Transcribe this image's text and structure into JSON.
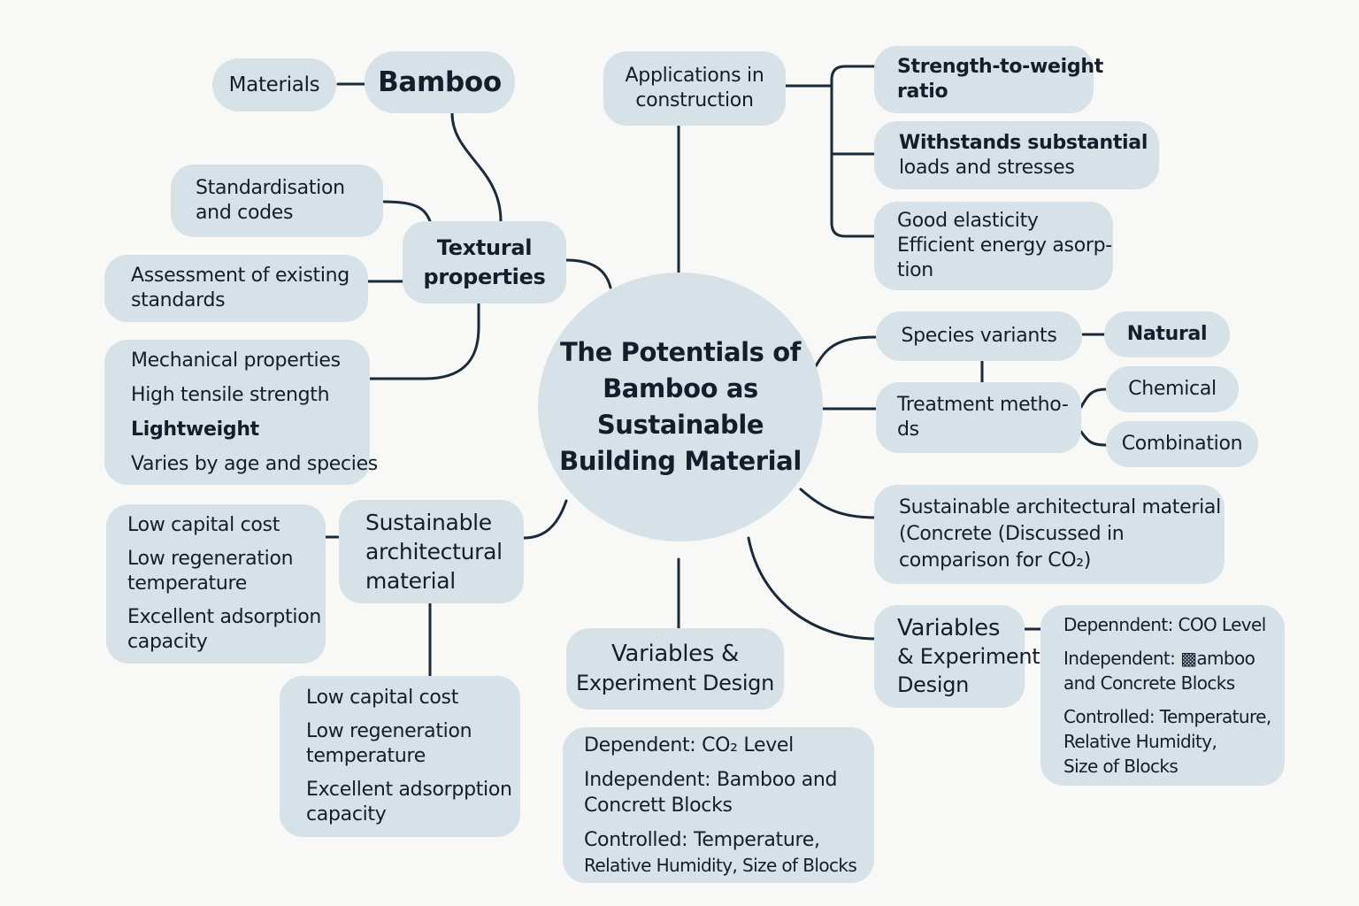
{
  "center": {
    "lines": [
      "The Potentials of",
      "Bamboo as",
      "Sustainable",
      "Building Material"
    ]
  },
  "materials": {
    "label": "Materials"
  },
  "bamboo": {
    "label": "Bamboo"
  },
  "textural": {
    "lines": [
      "Textural",
      "properties"
    ]
  },
  "standardisation": {
    "lines": [
      "Standardisation",
      "and codes"
    ]
  },
  "assessment": {
    "lines": [
      "Assessment of existing",
      "standards"
    ]
  },
  "mechanical": {
    "lines": [
      "Mechanical properties",
      "High tensile strength",
      "Lightweight",
      "Varies by age and species"
    ]
  },
  "sustainable_left": {
    "lines": [
      "Sustainable",
      "architectural",
      "material"
    ]
  },
  "cost_left": {
    "lines": [
      "Low capital cost",
      "Low regeneration",
      "temperature",
      "Excellent adsorption",
      "capacity"
    ]
  },
  "cost_bottom": {
    "lines": [
      "Low capital cost",
      "Low regeneration",
      "temperature",
      "Excellent adsorpption",
      "capacity"
    ]
  },
  "applications": {
    "lines": [
      "Applications in",
      "construction"
    ]
  },
  "strength": {
    "lines": [
      "Strength-to-weight",
      "ratio"
    ]
  },
  "withstands": {
    "lines": [
      "Withstands substantial",
      "loads and stresses"
    ]
  },
  "elasticity": {
    "lines": [
      "Good elasticity",
      "Efficient energy asorp-",
      "tion"
    ]
  },
  "species": {
    "label": "Species variants"
  },
  "natural": {
    "label": "Natural"
  },
  "treatment": {
    "lines": [
      "Treatment metho-",
      "ds"
    ]
  },
  "chemical": {
    "label": "Chemical"
  },
  "combination": {
    "label": "Combination"
  },
  "sustainable_right": {
    "lines": [
      "Sustainable architectural material",
      "(Concrete (Discussed in",
      "comparison for CO₂)"
    ]
  },
  "variables_bottom": {
    "lines": [
      "Variables &",
      "Experiment Design"
    ]
  },
  "design_bottom": {
    "lines": [
      "Dependent: CO₂ Level",
      "Independent: Bamboo and",
      "Concrett Blocks",
      "Controlled: Temperature,",
      "Relative Humidity, Size of Blocks"
    ]
  },
  "variables_right": {
    "lines": [
      "Variables",
      "& Experiment",
      "Design"
    ]
  },
  "design_right": {
    "lines": [
      "Depenndent: COO Level",
      "Independent: ▩amboo",
      "and Concrete Blocks",
      "Controlled: Temperature,",
      "Relative Humidity,",
      "Size of Blocks"
    ]
  }
}
